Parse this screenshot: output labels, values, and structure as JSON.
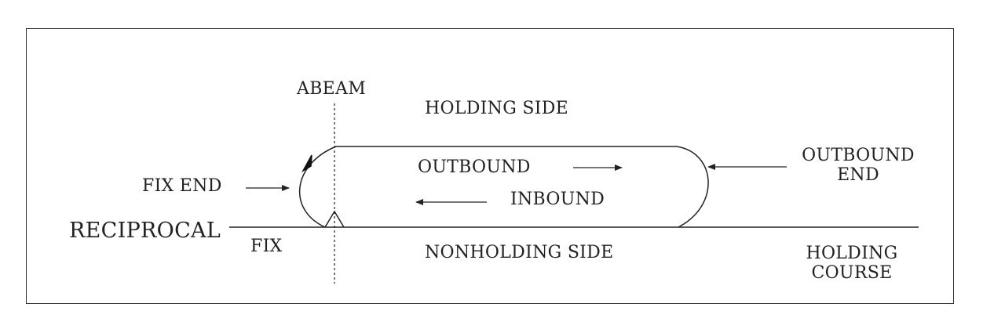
{
  "labels": {
    "abeam": "ABEAM",
    "holding_side": "HOLDING SIDE",
    "outbound": "OUTBOUND",
    "inbound": "INBOUND",
    "outbound_end_1": "OUTBOUND",
    "outbound_end_2": "END",
    "fix_end": "FIX END",
    "reciprocal": "RECIPROCAL",
    "fix": "FIX",
    "nonholding_side": "NONHOLDING SIDE",
    "holding_course_1": "HOLDING",
    "holding_course_2": "COURSE"
  }
}
